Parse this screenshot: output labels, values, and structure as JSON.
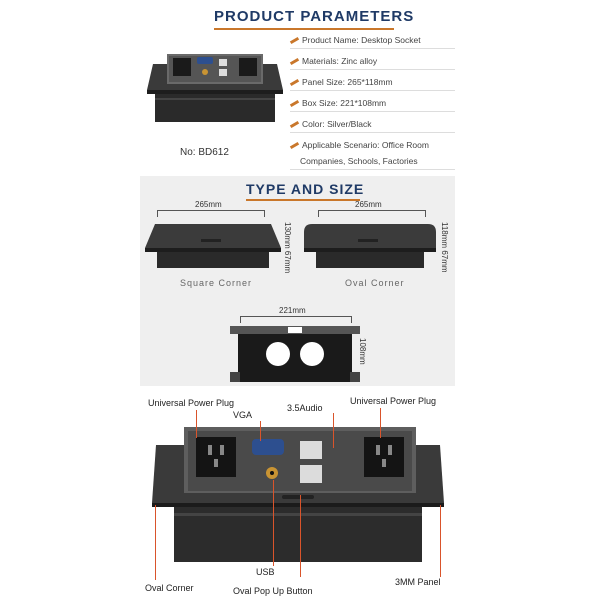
{
  "header": {
    "title": "PRODUCT PARAMETERS"
  },
  "model": {
    "label": "No:",
    "value": "BD612"
  },
  "params": [
    {
      "key": "Product Name:",
      "value": "Desktop Socket"
    },
    {
      "key": "Materials:",
      "value": "Zinc alloy"
    },
    {
      "key": "Panel Size:",
      "value": "265*118mm"
    },
    {
      "key": "Box Size:",
      "value": "221*108mm"
    },
    {
      "key": "Color:",
      "value": "Silver/Black"
    },
    {
      "key": "Applicable Scenario:",
      "value": "Office Room"
    },
    {
      "key": "",
      "value": "Companies, Schools, Factories"
    }
  ],
  "type_size": {
    "title": "TYPE AND SIZE",
    "square": {
      "width": "265mm",
      "height1": "130mm",
      "height2": "67mm",
      "label": "Square Corner"
    },
    "oval": {
      "width": "265mm",
      "height1": "118mm",
      "height2": "67mm",
      "label": "Oval Corner"
    },
    "box": {
      "width": "221mm",
      "height": "108mm"
    }
  },
  "callouts": {
    "universal_left": "Universal Power Plug",
    "vga": "VGA",
    "audio": "3.5Audio",
    "universal_right": "Universal Power Plug",
    "usb": "USB",
    "oval_corner": "Oval Corner",
    "pop_up": "Oval Pop Up Button",
    "panel": "3MM Panel"
  },
  "colors": {
    "accent": "#c9772b",
    "title": "#1f3a66",
    "callout_line": "#d9542b"
  }
}
